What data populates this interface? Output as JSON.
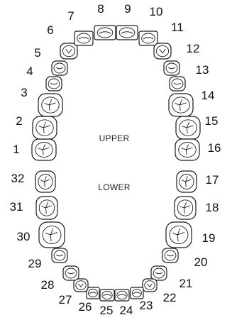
{
  "arch_labels": {
    "upper": "UPPER",
    "lower": "LOWER"
  },
  "teeth": [
    {
      "number": "1"
    },
    {
      "number": "2"
    },
    {
      "number": "3"
    },
    {
      "number": "4"
    },
    {
      "number": "5"
    },
    {
      "number": "6"
    },
    {
      "number": "7"
    },
    {
      "number": "8"
    },
    {
      "number": "9"
    },
    {
      "number": "10"
    },
    {
      "number": "11"
    },
    {
      "number": "12"
    },
    {
      "number": "13"
    },
    {
      "number": "14"
    },
    {
      "number": "15"
    },
    {
      "number": "16"
    },
    {
      "number": "17"
    },
    {
      "number": "18"
    },
    {
      "number": "19"
    },
    {
      "number": "20"
    },
    {
      "number": "21"
    },
    {
      "number": "22"
    },
    {
      "number": "23"
    },
    {
      "number": "24"
    },
    {
      "number": "25"
    },
    {
      "number": "26"
    },
    {
      "number": "27"
    },
    {
      "number": "28"
    },
    {
      "number": "29"
    },
    {
      "number": "30"
    },
    {
      "number": "31"
    },
    {
      "number": "32"
    }
  ]
}
